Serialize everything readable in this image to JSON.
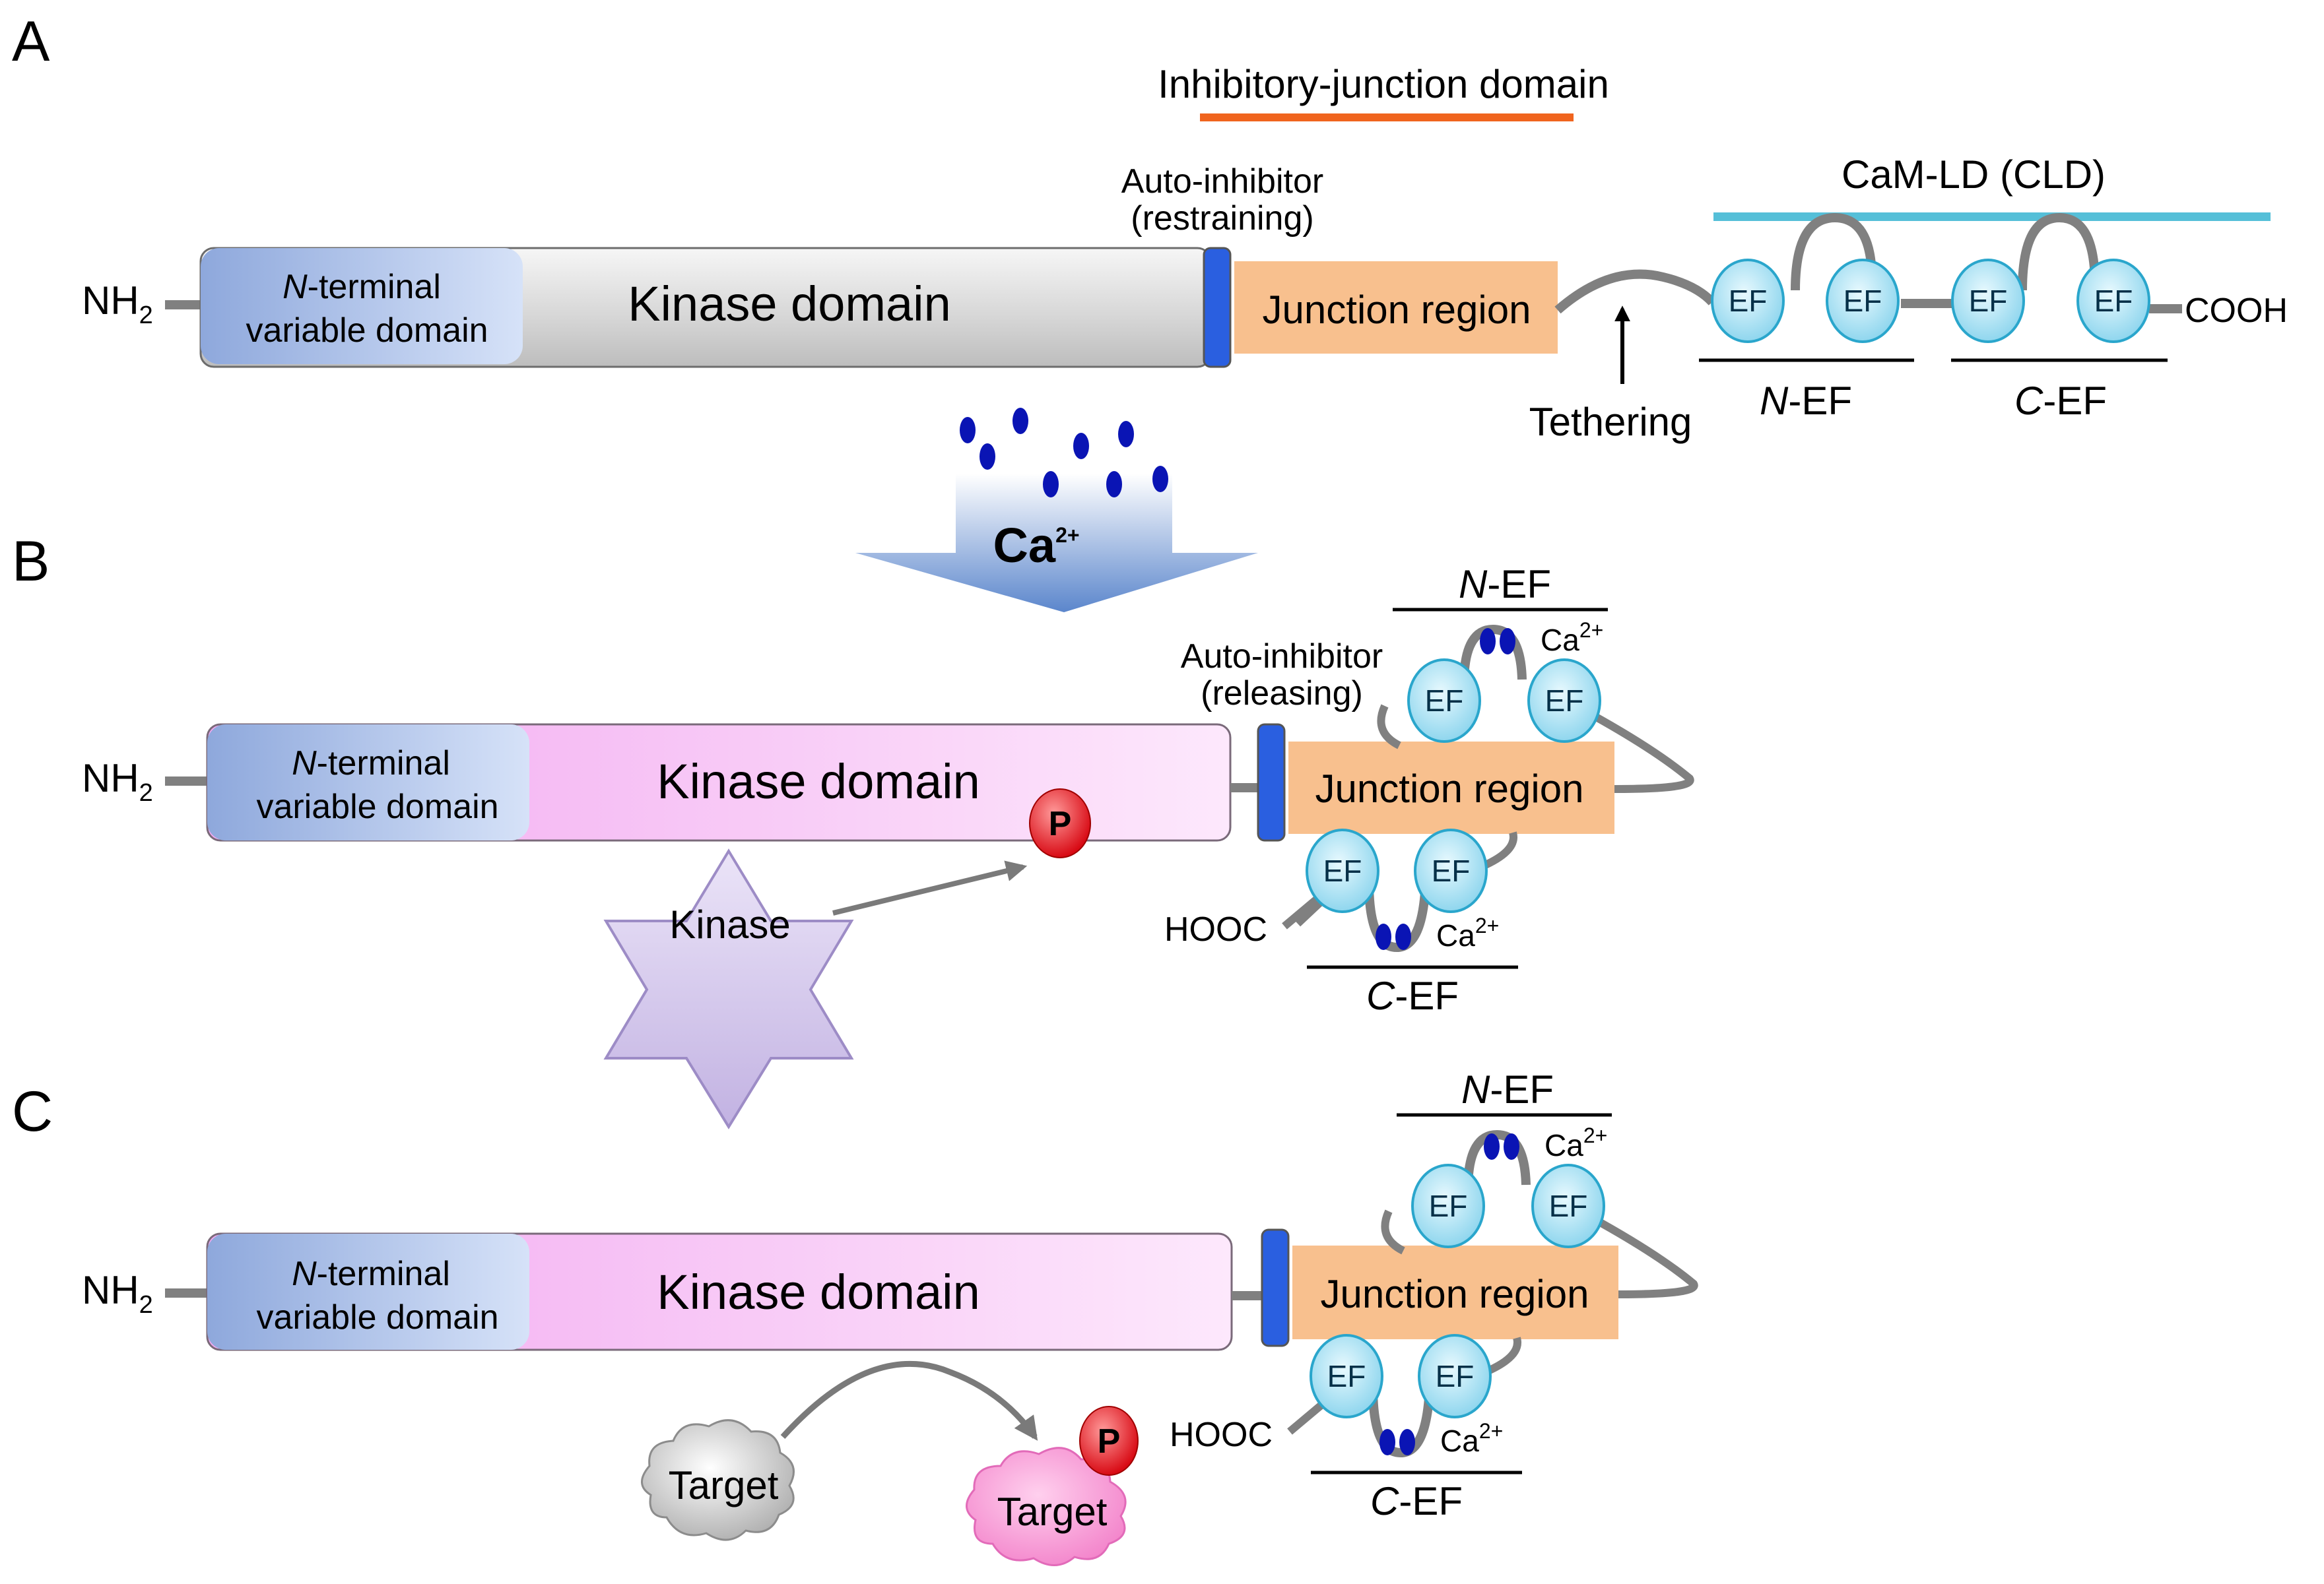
{
  "panels": [
    "A",
    "B",
    "C"
  ],
  "common": {
    "nh2": "NH",
    "nh2_sub": "2",
    "nterm_line1_italic": "N",
    "nterm_line1_rest": "-terminal",
    "nterm_line2": "variable domain",
    "kinase_domain": "Kinase domain",
    "junction_region": "Junction region",
    "ef": "EF",
    "n_ef_italic": "N",
    "c_ef_italic": "C",
    "ef_suffix": "-EF",
    "ca": "Ca",
    "ca_sup": "2+",
    "hooc": "HOOC"
  },
  "panel_a": {
    "inhibitory_junction": "Inhibitory-junction domain",
    "auto_inhibitor_line1": "Auto-inhibitor",
    "auto_inhibitor_line2": "(restraining)",
    "cam_ld": "CaM-LD (CLD)",
    "tethering": "Tethering",
    "cooh": "COOH"
  },
  "transition": {
    "ca_label": "Ca",
    "ca_sup": "2+"
  },
  "panel_b": {
    "auto_inhibitor_line1": "Auto-inhibitor",
    "auto_inhibitor_line2": "(releasing)",
    "kinase_star": "Kinase",
    "phospho": "P"
  },
  "panel_c": {
    "target": "Target",
    "phospho": "P"
  },
  "colors": {
    "inhibitory_bar": "#f0641e",
    "cam_bar": "#55bfd8",
    "auto_inhibitor": "#2a5fe0",
    "junction": "#f8c08e",
    "calcium": "#0a14b4",
    "linker": "#808080",
    "phospho": "#e8101a"
  }
}
